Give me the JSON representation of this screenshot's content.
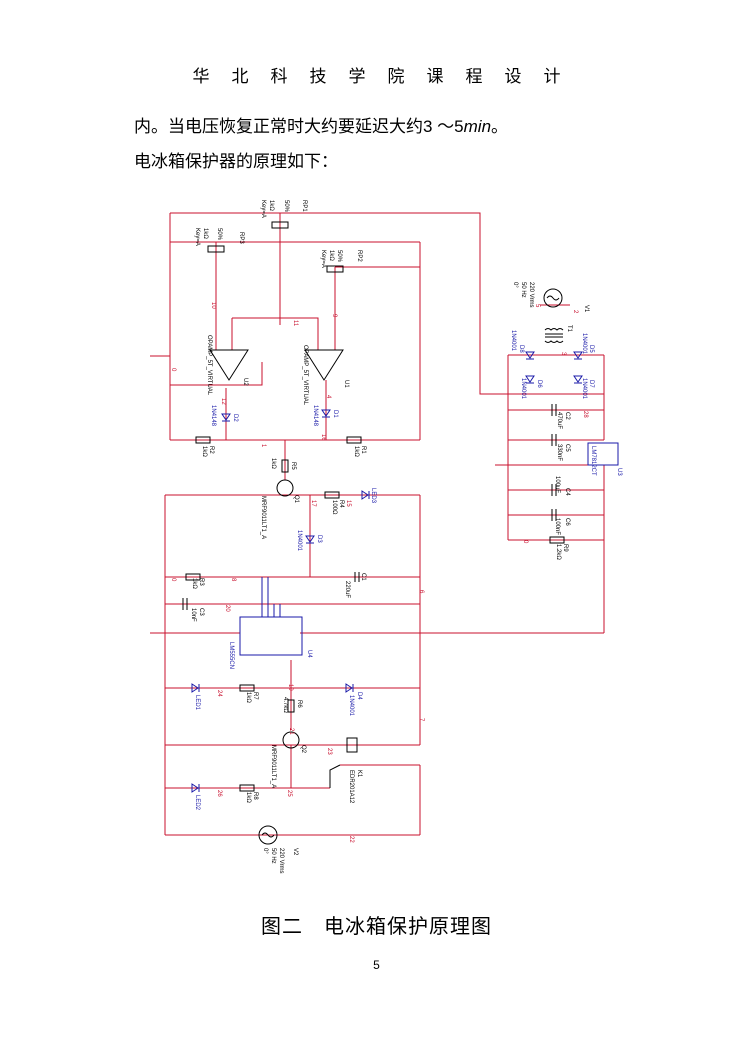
{
  "header": "华北科技学院课程设计",
  "text": {
    "line1_a": "内。当电压恢复正常时大约要延迟大约",
    "line1_num": "3 ～5",
    "line1_unit": "min",
    "line1_end": "。",
    "line2": "电冰箱保护器的原理如下："
  },
  "schematic": {
    "rp1": {
      "name": "RP1",
      "pct": "50%",
      "val": "1kΩ",
      "key": "Key=A"
    },
    "rp2": {
      "name": "RP2",
      "pct": "50%",
      "val": "1kΩ",
      "key": "Key=A"
    },
    "rp3": {
      "name": "RP3",
      "pct": "50%",
      "val": "1kΩ",
      "key": "Key=A"
    },
    "u1": {
      "name": "U1",
      "part": "OPAMP_5T_VIRTUAL"
    },
    "u2": {
      "name": "U2",
      "part": "OPAMP_5T_VIRTUAL"
    },
    "u3": {
      "name": "U3",
      "part": "LM7812CT"
    },
    "u4": {
      "name": "U4",
      "part": "LM555CN"
    },
    "d1": {
      "name": "D1",
      "part": "1N4148"
    },
    "d2": {
      "name": "D2",
      "part": "1N4148"
    },
    "d3": {
      "name": "D3",
      "part": "1N4001"
    },
    "d4": {
      "name": "D4",
      "part": "1N4001"
    },
    "d5": {
      "name": "D5",
      "part": "1N4001"
    },
    "d6": {
      "name": "D6",
      "part": "1N4001"
    },
    "d7": {
      "name": "D7",
      "part": "1N4001"
    },
    "d8": {
      "name": "D8",
      "part": "1N4001"
    },
    "r1": {
      "name": "R1",
      "val": "1kΩ"
    },
    "r2": {
      "name": "R2",
      "val": "1kΩ"
    },
    "r3": {
      "name": "R3",
      "val": "1kΩ"
    },
    "r4": {
      "name": "R4",
      "val": "100Ω"
    },
    "r5": {
      "name": "R5",
      "val": "1kΩ"
    },
    "r6": {
      "name": "R6",
      "val": "4.7kΩ"
    },
    "r7": {
      "name": "R7",
      "val": "1kΩ"
    },
    "r8": {
      "name": "R8",
      "val": "1kΩ"
    },
    "r9": {
      "name": "R9",
      "val": "1.2kΩ"
    },
    "c1": {
      "name": "C1",
      "val": "220uF"
    },
    "c2": {
      "name": "C2",
      "val": "470uF"
    },
    "c3": {
      "name": "C3",
      "val": "10nF"
    },
    "c4": {
      "name": "C4",
      "val": "100uF"
    },
    "c5": {
      "name": "C5",
      "val": "330nF"
    },
    "c6": {
      "name": "C6",
      "val": "100nF"
    },
    "q1": {
      "name": "Q1",
      "part": "MRF9011LT1_A"
    },
    "q2": {
      "name": "Q2",
      "part": "MRF9011LT1_A"
    },
    "led1": {
      "name": "LED1"
    },
    "led2": {
      "name": "LED2"
    },
    "led3": {
      "name": "LED3"
    },
    "k1": {
      "name": "K1",
      "part": "EDR201A12"
    },
    "t1": {
      "name": "T1"
    },
    "v1": {
      "name": "V1",
      "l1": "220 Vrms",
      "l2": "50 Hz",
      "l3": "0°"
    },
    "v2": {
      "name": "V2",
      "l1": "220 Vrms",
      "l2": "50 Hz",
      "l3": "0°"
    },
    "nodes": [
      "0",
      "1",
      "2",
      "3",
      "4",
      "5",
      "6",
      "7",
      "8",
      "9",
      "10",
      "11",
      "12",
      "15",
      "16",
      "17",
      "19",
      "20",
      "21",
      "22",
      "23",
      "24",
      "25",
      "26",
      "28"
    ]
  },
  "caption": "图二　电冰箱保护原理图",
  "page_number": "5",
  "colors": {
    "wire": "#c8102e",
    "component": "#1a1aa8",
    "ink": "#000000"
  }
}
